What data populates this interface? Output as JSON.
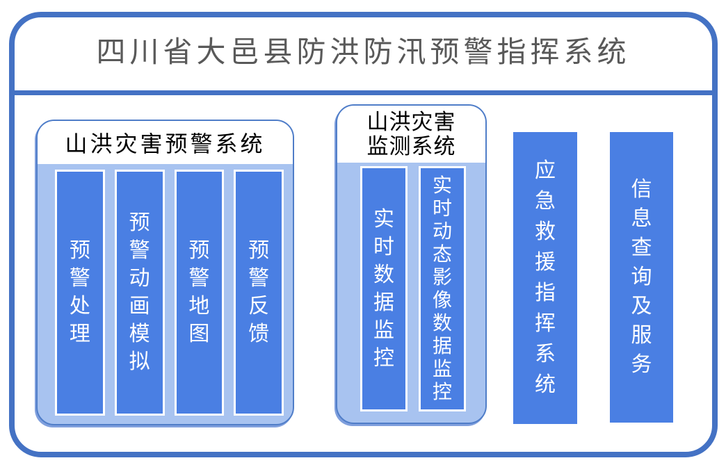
{
  "title": "四川省大邑县防洪防汛预警指挥系统",
  "groups": [
    {
      "name": "山洪灾害预警系统",
      "modules": [
        "预警处理",
        "预警动画模拟",
        "预警地图",
        "预警反馈"
      ]
    },
    {
      "name": "山洪灾害监测系统",
      "modules": [
        "实时数据监控",
        "实时动态影像数据监控"
      ]
    }
  ],
  "standalone_modules": [
    "应急救援指挥系统",
    "信息查询及服务"
  ],
  "colors": {
    "frame_border": "#4472C4",
    "panel_fill": "#A8C3F0",
    "panel_border": "#4F7DC8",
    "panel_shadow": "#7F9FDD",
    "module_fill": "#4A7FE3",
    "module_text": "#FFFFFF",
    "title_text": "#595959",
    "header_text": "#000000"
  }
}
